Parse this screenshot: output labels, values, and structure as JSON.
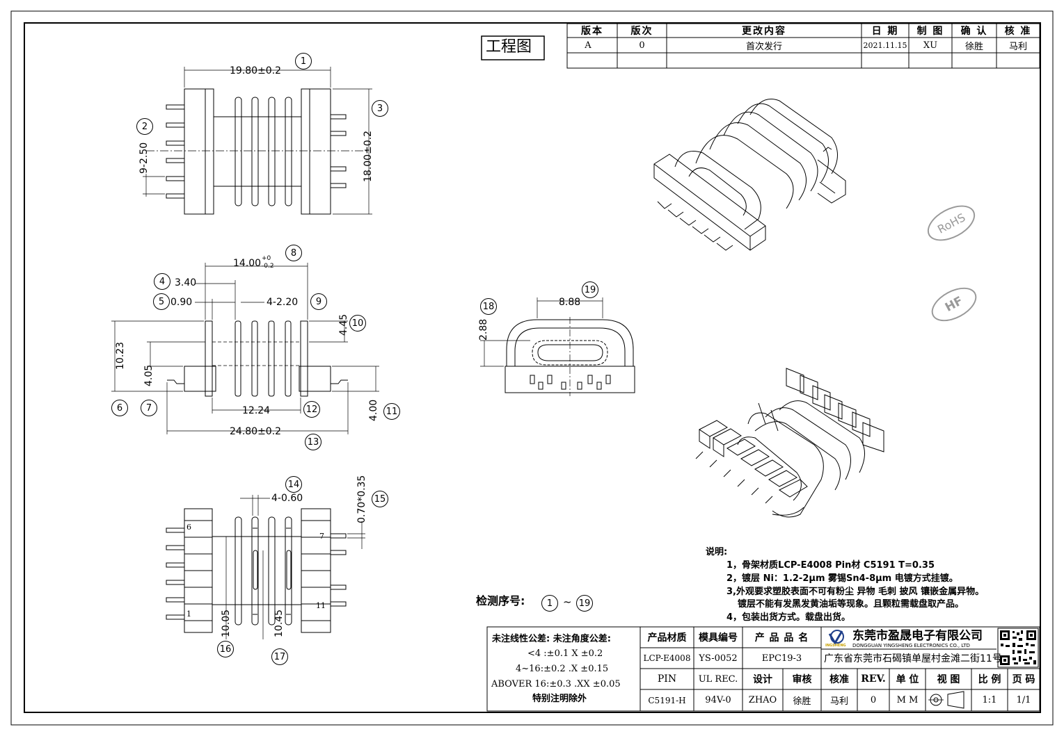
{
  "title_box": "工程图",
  "revision_table": {
    "headers": [
      "版本",
      "版次",
      "更改内容",
      "日 期",
      "制 图",
      "确 认",
      "核 准"
    ],
    "rows": [
      [
        "A",
        "0",
        "首次发行",
        "2021.11.15",
        "XU",
        "徐胜",
        "马利"
      ]
    ]
  },
  "dims": {
    "d_top_width": "19.80±0.2",
    "d_pitch": "9-2.50",
    "d_height": "18.00±0.2",
    "d_14": "14.00",
    "d_14_tol_up": "+0",
    "d_14_tol_dn": "-0.2",
    "d_340": "3.40",
    "d_090": "0.90",
    "d_4x220": "4-2.20",
    "d_445": "4.45",
    "d_1023": "10.23",
    "d_405": "4.05",
    "d_1224": "12.24",
    "d_400": "4.00",
    "d_2480": "24.80±0.2",
    "d_4x060": "4-0.60",
    "d_070": "0.70*0.35",
    "d_1005": "10.05",
    "d_1045": "10.45",
    "d_888": "8.88",
    "d_288": "2.88"
  },
  "pin_labels": {
    "p6": "6",
    "p1": "1",
    "p7": "7",
    "p11": "11"
  },
  "balloons": [
    "1",
    "2",
    "3",
    "4",
    "5",
    "6",
    "7",
    "8",
    "9",
    "10",
    "11",
    "12",
    "13",
    "14",
    "15",
    "16",
    "17",
    "18",
    "19"
  ],
  "stamps": {
    "rohs": "RoHS",
    "hf": "HF"
  },
  "inspection": {
    "label": "检测序号:",
    "from": "1",
    "sep": "~",
    "to": "19"
  },
  "notes": {
    "title": "说明:",
    "lines": [
      "1，骨架材质LCP-E4008 Pin材 C5191 T=0.35",
      "2，镀层 Ni：1.2-2μm 雾锡Sn4-8μm 电镀方式挂镀。",
      "3,外观要求塑胶表面不可有粉尘 异物 毛刺 披风 镶嵌金属异物。",
      "镀层不能有发黑发黄油垢等现象。且颗粒需载盘取产品。",
      "4，包装出货方式。载盘出货。"
    ]
  },
  "tolerance": {
    "l1": "未注线性公差:  未注角度公差:",
    "l2": "<4 :±0.1   X ±0.2",
    "l3": "4~16:±0.2  .X ±0.15",
    "l4": "ABOVER 16:±0.3  .XX ±0.05",
    "l5": "特别注明除外"
  },
  "title_block": {
    "material_label": "产品材质",
    "mold_label": "模具编号",
    "product_label": "产 品 品 名",
    "material": "LCP-E4008",
    "mold": "YS-0052",
    "product": "EPC19-3",
    "pin_label": "PIN",
    "ul_label": "UL REC.",
    "design_label": "设计",
    "review_label": "审核",
    "approve_label": "核准",
    "rev_label": "REV.",
    "unit_label": "单 位",
    "view_label": "视 图",
    "scale_label": "比 例",
    "page_label": "页 码",
    "pin": "C5191-H",
    "ul": "94V-0",
    "designer": "ZHAO",
    "reviewer": "徐胜",
    "approver": "马利",
    "rev": "0",
    "unit": "M M",
    "scale": "1:1",
    "page": "1/1"
  },
  "company": {
    "name_cn": "东莞市盈晟电子有限公司",
    "name_en": "DONGGUAN YINGSHENG ELECTRONICS CO., LTD",
    "logo_text": "INGSHENG",
    "address": "广东省东莞市石碣镇单屋村金滩二街11号"
  }
}
